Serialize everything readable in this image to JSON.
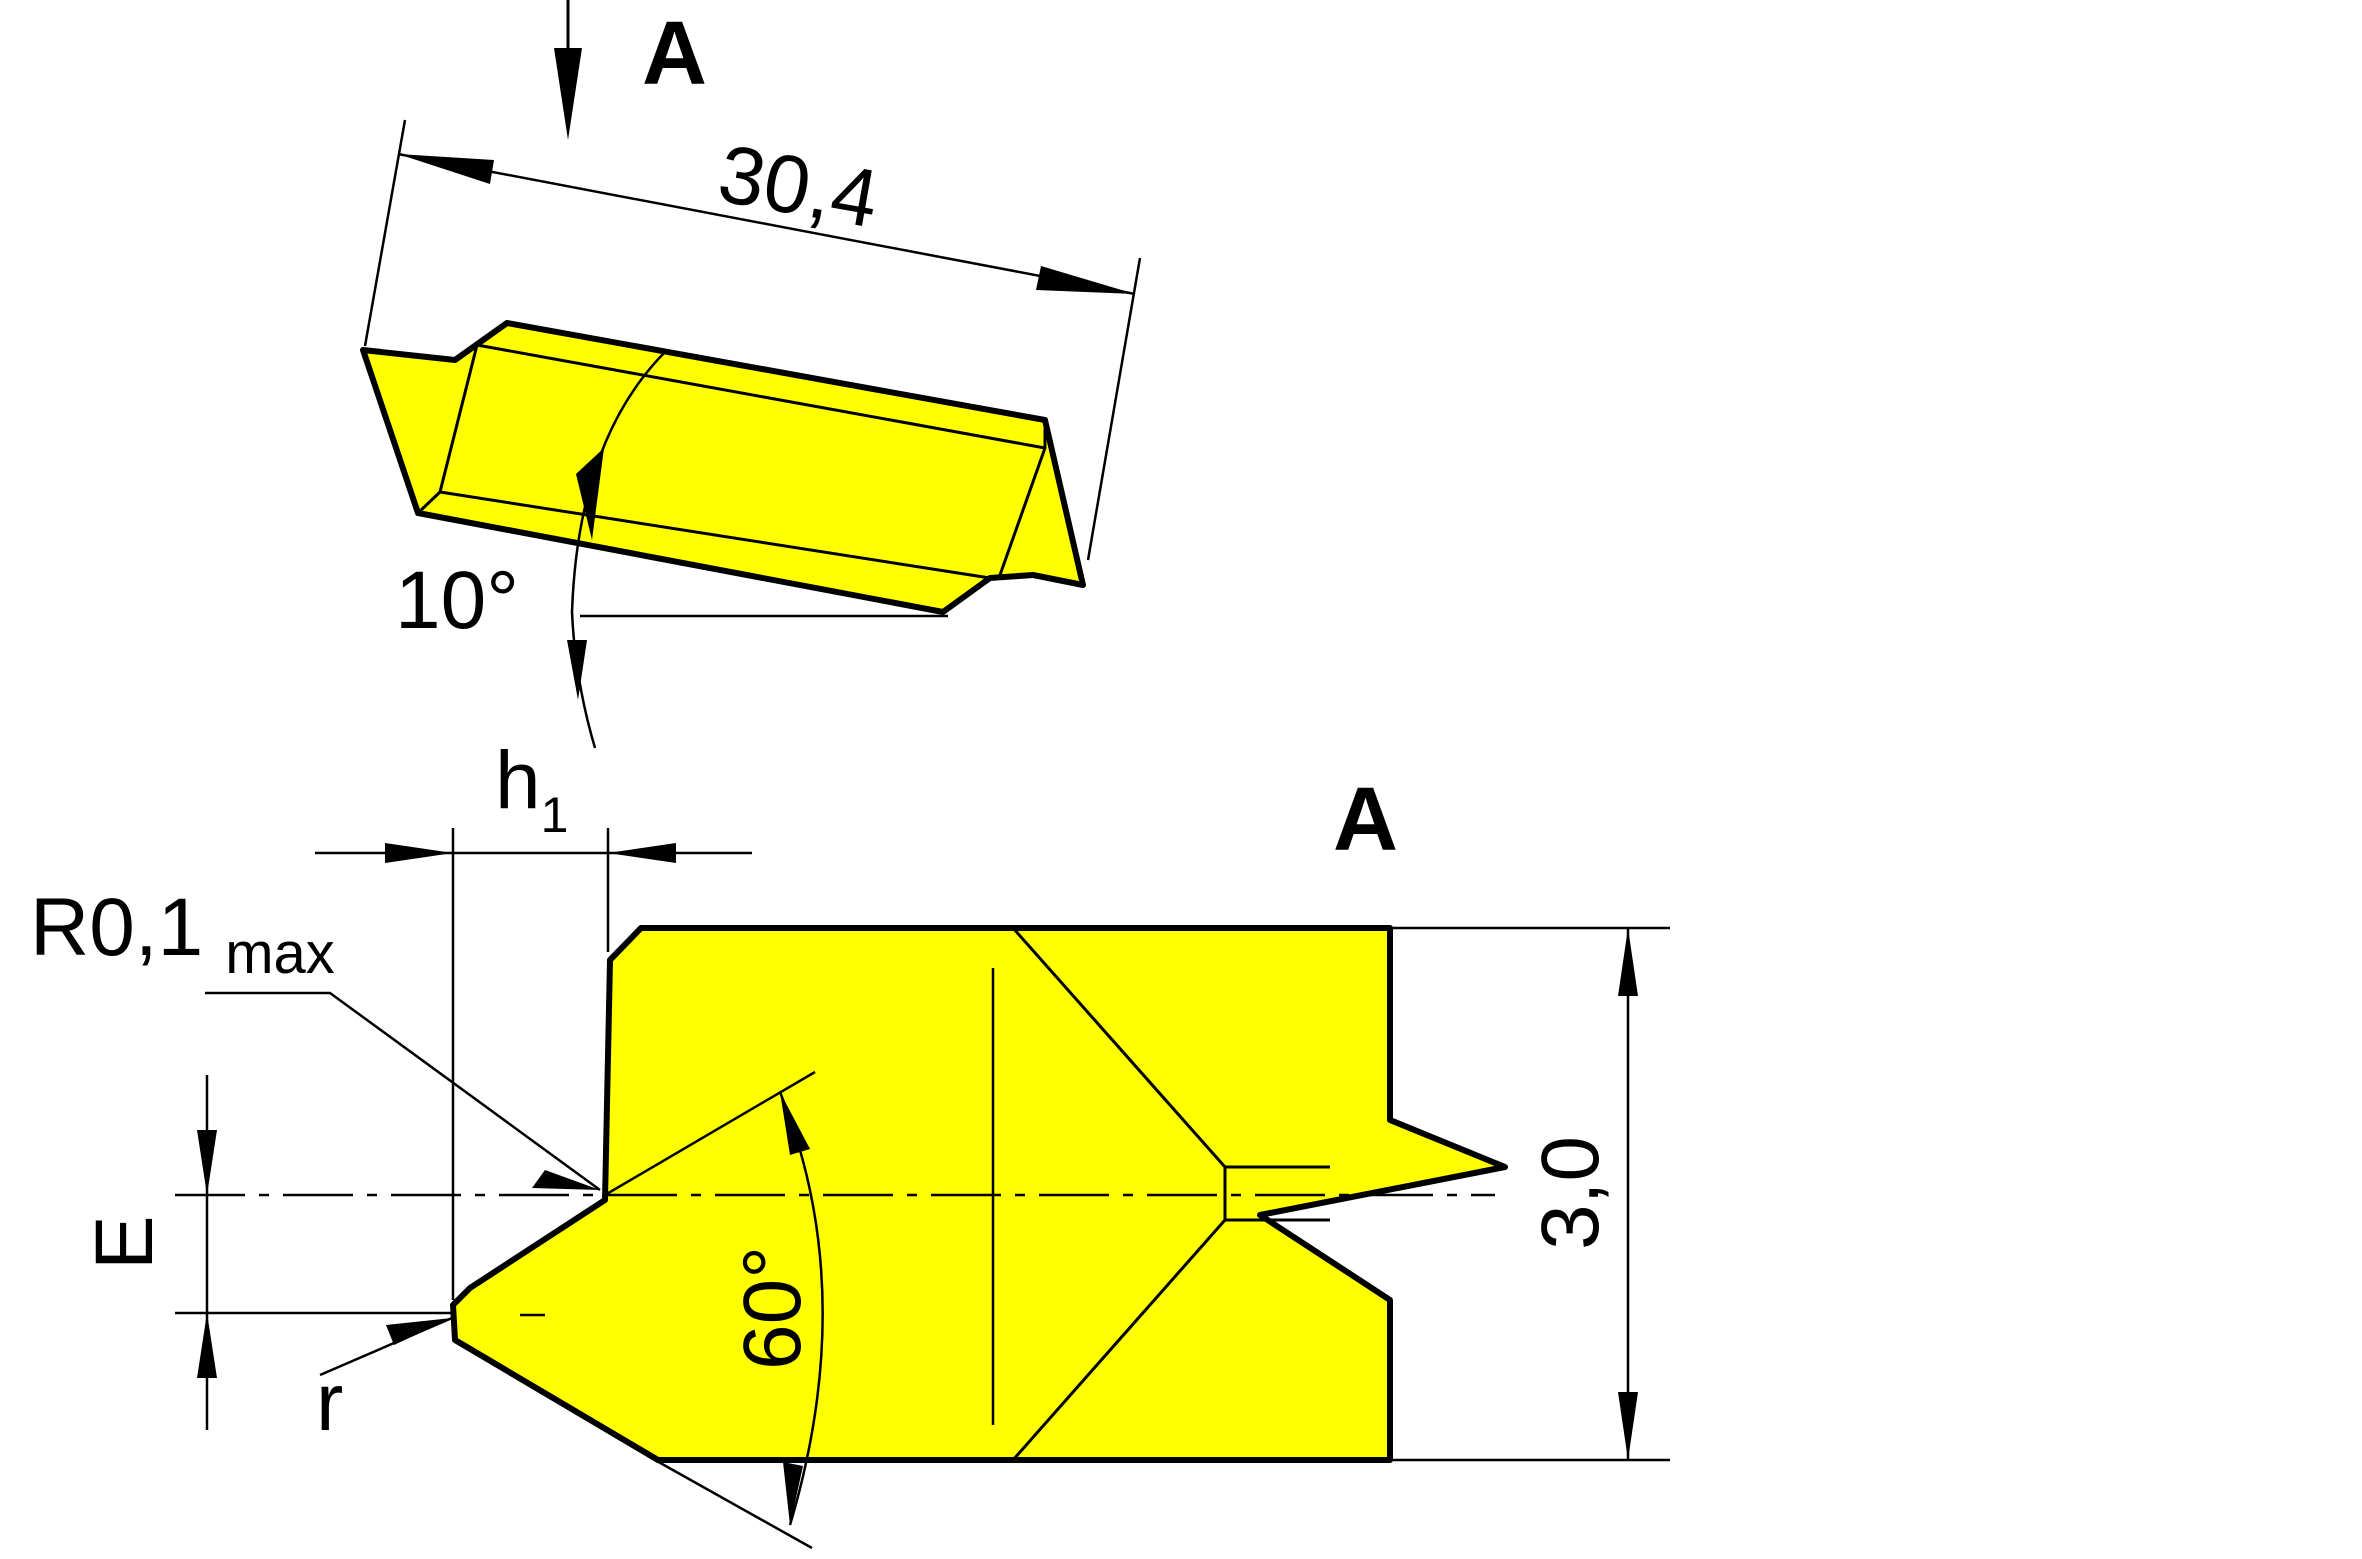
{
  "colors": {
    "insert_fill": "#FFFF00",
    "line": "#000000",
    "background": "#FFFFFF"
  },
  "labels": {
    "view_a_arrow_label": "A",
    "view_a_title": "A",
    "length": "30,4",
    "angle_top": "10°",
    "h1_main": "h",
    "h1_sub": "1",
    "radius_main": "R0,1",
    "radius_sub": "max",
    "e": "E",
    "r": "r",
    "angle_tip": "60°",
    "height": "3,0"
  }
}
